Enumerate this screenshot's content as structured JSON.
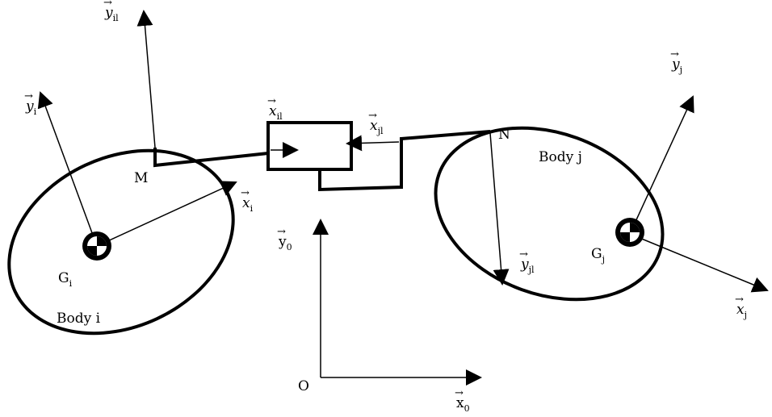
{
  "labels": {
    "body_i": "Body i",
    "body_j": "Body j",
    "point_m": "M",
    "point_n": "N",
    "origin": "O",
    "g_i": {
      "base": "G",
      "sub": "i"
    },
    "g_j": {
      "base": "G",
      "sub": "j"
    },
    "y_i": {
      "base": "y",
      "sub": "i"
    },
    "x_i": {
      "base": "x",
      "sub": "i"
    },
    "y_il": {
      "base": "y",
      "sub": "il"
    },
    "x_il": {
      "base": "x",
      "sub": "il"
    },
    "x_jl": {
      "base": "x",
      "sub": "jl"
    },
    "y_jl": {
      "base": "y",
      "sub": "jl"
    },
    "y_j": {
      "base": "y",
      "sub": "j"
    },
    "x_j": {
      "base": "x",
      "sub": "j"
    },
    "y_0": {
      "base": "y",
      "sub": "0"
    },
    "x_0": {
      "base": "x",
      "sub": "0"
    }
  }
}
